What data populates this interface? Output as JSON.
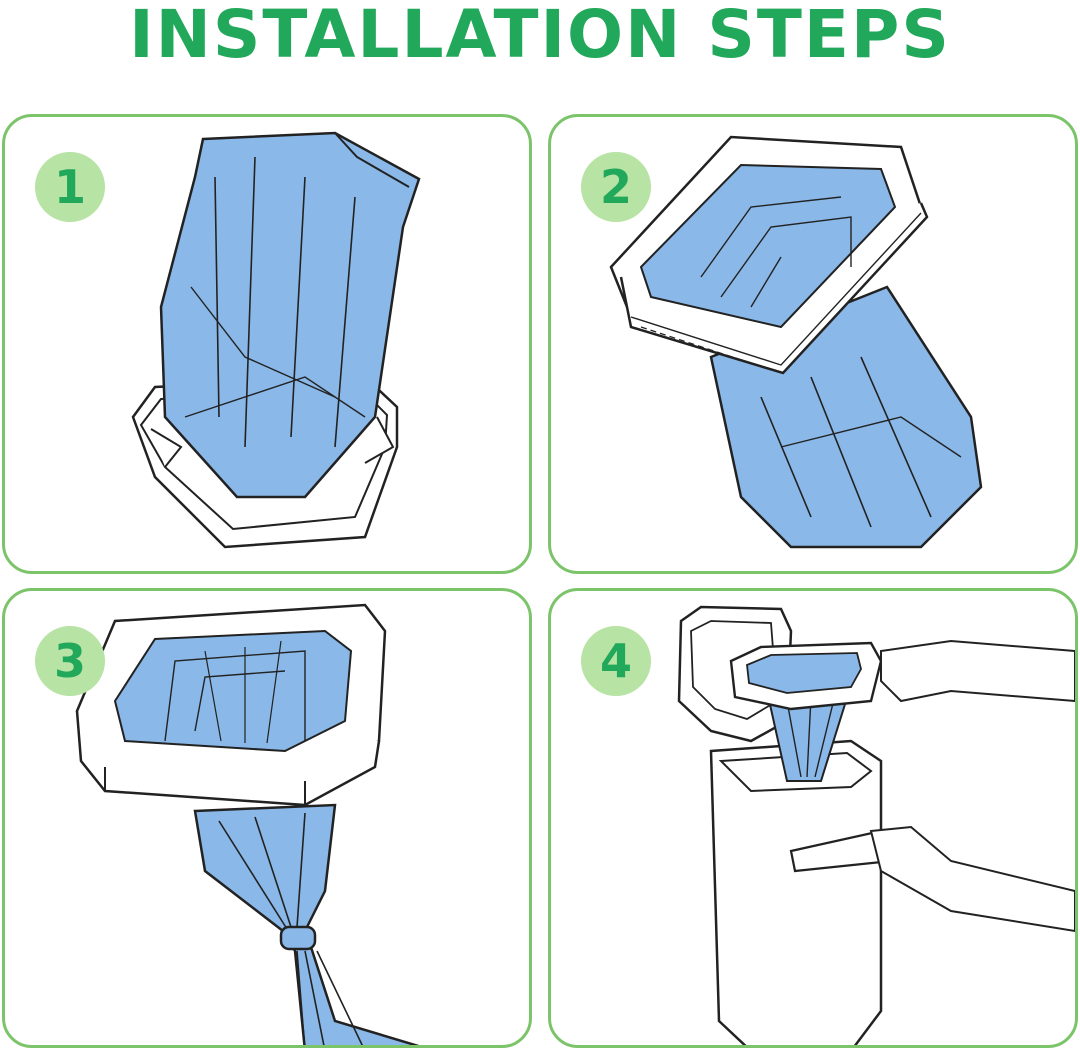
{
  "title": "INSTALLATION STEPS",
  "colors": {
    "title": "#22a85a",
    "panel_border": "#7cc46a",
    "badge_fill": "#b7e3a5",
    "badge_text": "#22a85a",
    "bag": "#8ab8e8",
    "outline": "#222222"
  },
  "steps": [
    {
      "number": "1",
      "icon": "bag-into-ring-icon"
    },
    {
      "number": "2",
      "icon": "ring-with-bag-icon"
    },
    {
      "number": "3",
      "icon": "tied-bag-ring-icon"
    },
    {
      "number": "4",
      "icon": "insert-cassette-into-pail-icon"
    }
  ]
}
